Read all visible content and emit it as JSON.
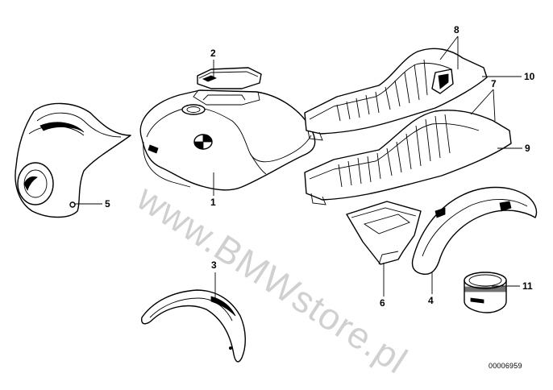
{
  "diagram": {
    "callouts": {
      "c1": "1",
      "c2": "2",
      "c3": "3",
      "c4": "4",
      "c5": "5",
      "c6": "6",
      "c7": "7",
      "c8": "8",
      "c9": "9",
      "c10": "10",
      "c11": "11"
    },
    "doc_number": "00006959",
    "watermark": "www.BMWstore.pl"
  }
}
